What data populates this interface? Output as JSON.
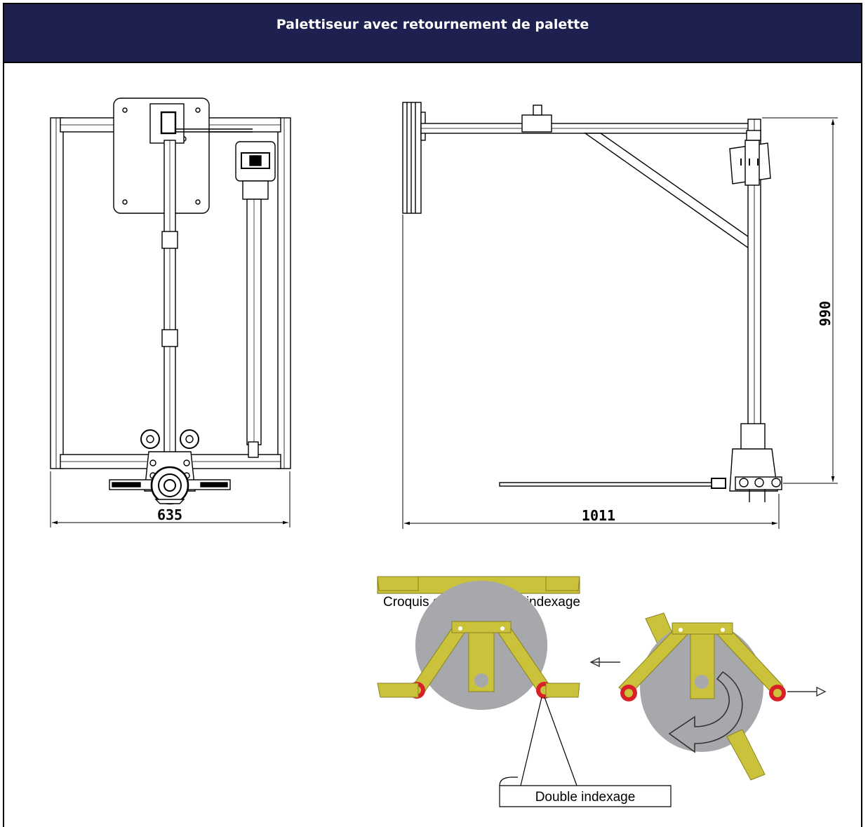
{
  "title": "Palettiseur avec retournement de palette",
  "dimensions": {
    "width_top_view": "635",
    "length_side_view": "1011",
    "height_side_view": "990"
  },
  "sketch": {
    "caption": "Croquis de principe de l’indexage",
    "callout": "Double indexage"
  },
  "colors": {
    "header_bg": "#1e2150",
    "link_yellow": "#c9c23a",
    "roller_red": "#d9202a",
    "disc_grey": "#a7a8ab"
  }
}
